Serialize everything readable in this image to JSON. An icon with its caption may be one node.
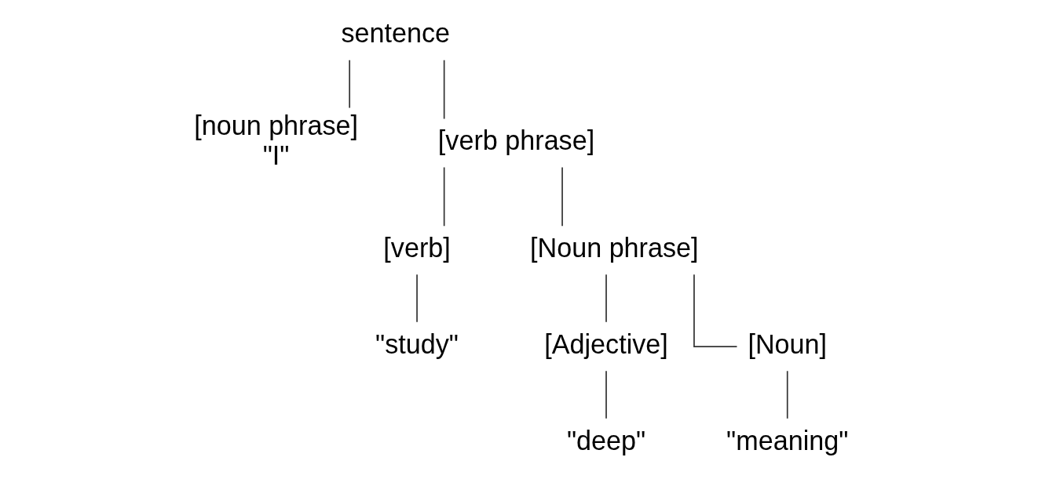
{
  "diagram": {
    "nodes": [
      {
        "text": [
          "sentence"
        ]
      },
      {
        "text": [
          "[noun phrase]",
          "\"I\""
        ]
      },
      {
        "text": [
          "[verb phrase]"
        ]
      },
      {
        "text": [
          "[verb]"
        ]
      },
      {
        "text": [
          "\"study\""
        ]
      },
      {
        "text": [
          "[Noun phrase]"
        ]
      },
      {
        "text": [
          "[Adjective]"
        ]
      },
      {
        "text": [
          "[Noun]"
        ]
      },
      {
        "text": [
          "\"deep\""
        ]
      },
      {
        "text": [
          "\"meaning\""
        ]
      }
    ],
    "edges": [
      {
        "from": 0,
        "to": 1,
        "arrow": "none"
      },
      {
        "from": 0,
        "to": 2,
        "arrow": "none"
      },
      {
        "from": 2,
        "to": 3,
        "arrow": "none"
      },
      {
        "from": 2,
        "to": 5,
        "arrow": "none"
      },
      {
        "from": 3,
        "to": 4,
        "arrow": "none"
      },
      {
        "from": 5,
        "to": 6,
        "arrow": "none"
      },
      {
        "from": 5,
        "to": 7,
        "arrow": "none"
      },
      {
        "from": 6,
        "to": 8,
        "arrow": "none"
      },
      {
        "from": 7,
        "to": 9,
        "arrow": "none"
      }
    ]
  }
}
